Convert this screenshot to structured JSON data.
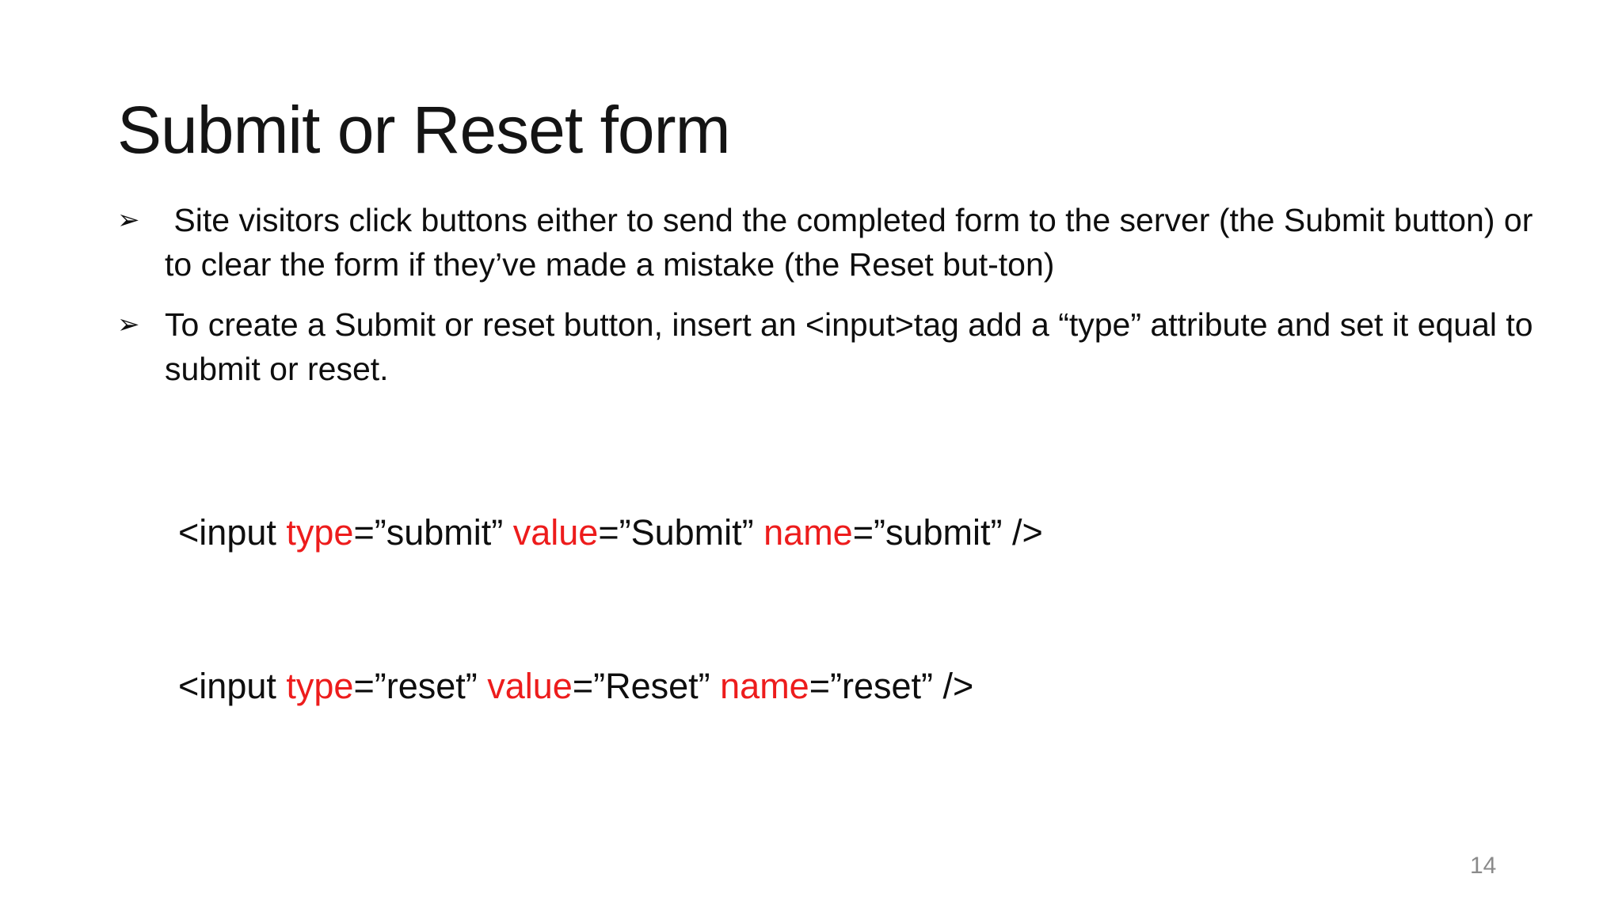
{
  "slide": {
    "title": "Submit or Reset form",
    "colors": {
      "text": "#0e0e0e",
      "attribute_red": "#ed1c1c",
      "page_number_gray": "#8a8a8a",
      "background": "#ffffff"
    },
    "bullets": [
      {
        "marker": "➢",
        "text": " Site visitors click buttons either to send the completed form to the server (the Submit button) or to clear the form if they’ve made a mistake (the Reset but-ton)"
      },
      {
        "marker": "➢",
        "text": "To create a Submit or reset button, insert an <input>tag add a “type” attribute and set it equal to submit or reset."
      }
    ],
    "code_lines": [
      {
        "tokens": [
          {
            "t": "<input ",
            "c": "black"
          },
          {
            "t": "type",
            "c": "red"
          },
          {
            "t": "=”submit” ",
            "c": "black"
          },
          {
            "t": "value",
            "c": "red"
          },
          {
            "t": "=”Submit” ",
            "c": "black"
          },
          {
            "t": "name",
            "c": "red"
          },
          {
            "t": "=”submit” />",
            "c": "black"
          }
        ]
      },
      {
        "tokens": [
          {
            "t": "<input ",
            "c": "black"
          },
          {
            "t": "type",
            "c": "red"
          },
          {
            "t": "=”reset” ",
            "c": "black"
          },
          {
            "t": "value",
            "c": "red"
          },
          {
            "t": "=”Reset” ",
            "c": "black"
          },
          {
            "t": "name",
            "c": "red"
          },
          {
            "t": "=”reset” />",
            "c": "black"
          }
        ]
      }
    ],
    "page_number": "14"
  }
}
